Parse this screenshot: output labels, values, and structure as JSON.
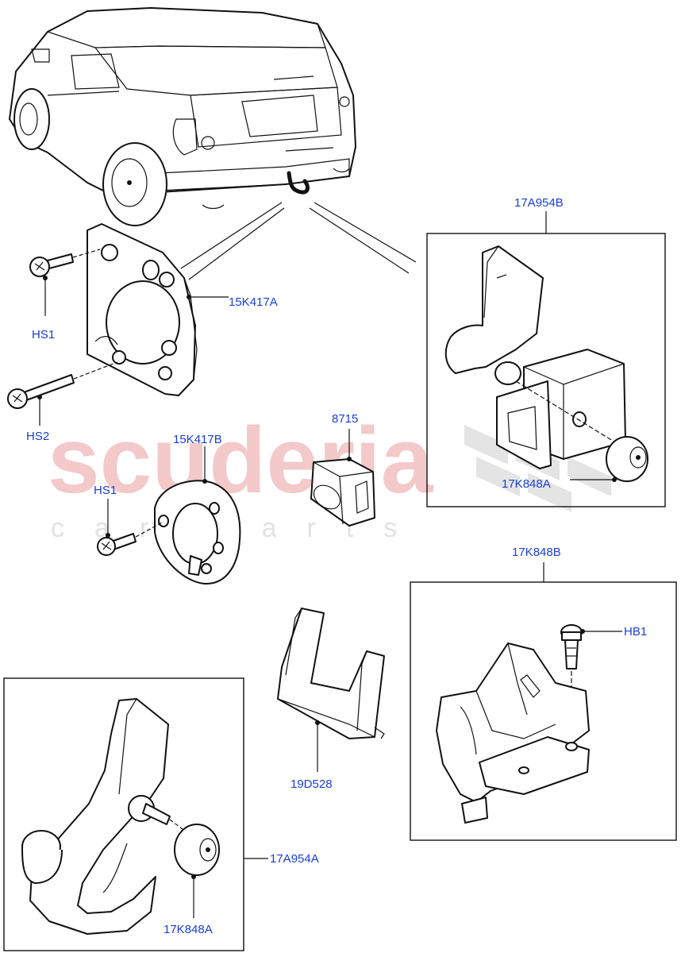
{
  "watermark": {
    "main": "scuderia",
    "sub": "car parts"
  },
  "labels": {
    "p_17A954B": "17A954B",
    "p_15K417A": "15K417A",
    "p_HS1_top": "HS1",
    "p_HS2": "HS2",
    "p_8715": "8715",
    "p_15K417B": "15K417B",
    "p_HS1_mid": "HS1",
    "p_17K848A_top": "17K848A",
    "p_17K848B": "17K848B",
    "p_HB1": "HB1",
    "p_19D528": "19D528",
    "p_17A954A": "17A954A",
    "p_17K848A_bottom": "17K848A"
  },
  "colors": {
    "label": "#1a3fd6",
    "line": "#111111",
    "watermark": "#f3c9c9"
  }
}
